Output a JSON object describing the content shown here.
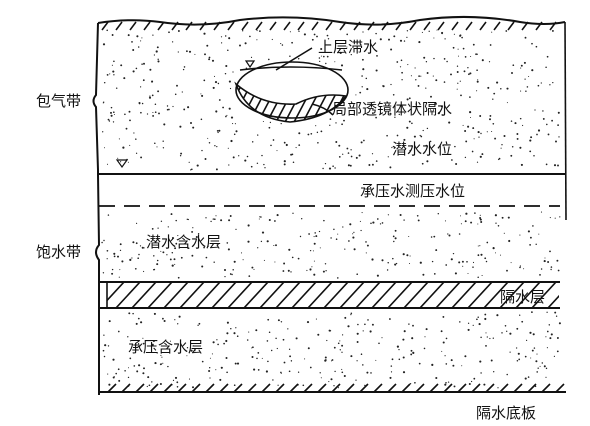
{
  "labels": {
    "perched_water": "上层滞水",
    "lens_aquiclude": "局部透镜体状隔水",
    "phreatic_level": "潜水水位",
    "artesian_level": "承压水测压水位",
    "phreatic_aquifer": "潜水含水层",
    "aquiclude": "隔水层",
    "confined_aquifer": "承压含水层",
    "aquiclude_floor": "隔水底板",
    "aeration_zone": "包气带",
    "saturation_zone": "饱水带"
  },
  "colors": {
    "ink": "#111111",
    "background": "#ffffff"
  },
  "icons": {
    "water_table_marker": "triangle-down-icon",
    "perched_water_marker": "triangle-down-icon"
  }
}
